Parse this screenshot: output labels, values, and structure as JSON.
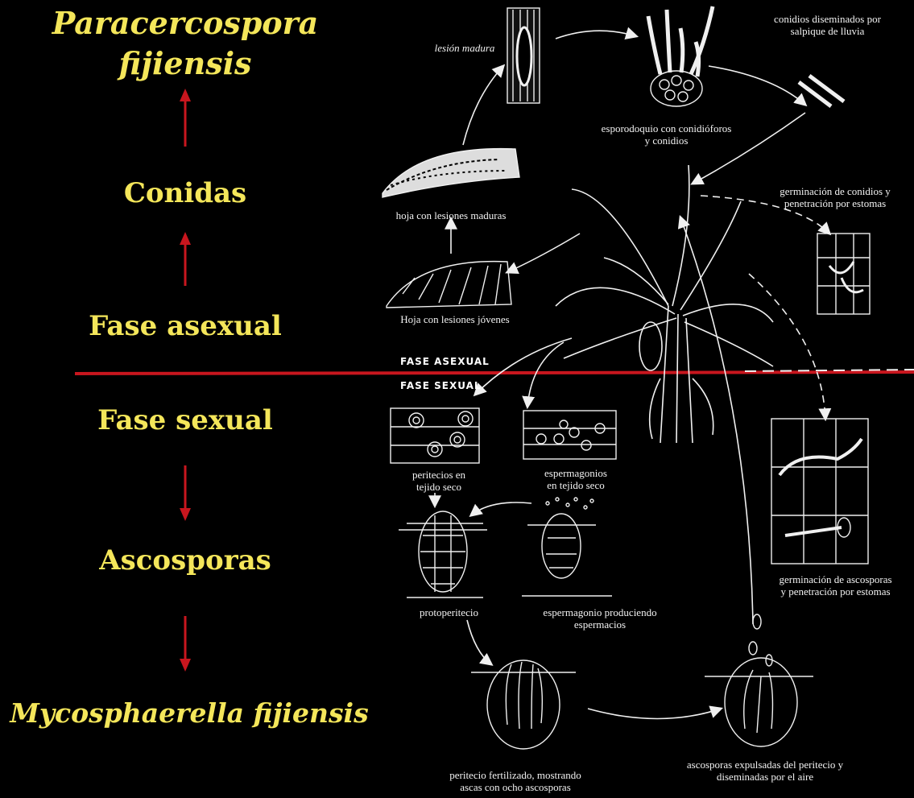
{
  "left_titles": {
    "top_species": "Paracercospora\nfijiensis",
    "conidia": "Conidas",
    "asexual_phase": "Fase asexual",
    "sexual_phase": "Fase sexual",
    "ascospores": "Ascosporas",
    "bottom_species": "Mycosphaerella fijiensis"
  },
  "phase_labels": {
    "asexual": "FASE ASEXUAL",
    "sexual": "FASE SEXUAL"
  },
  "cycle_labels": {
    "mature_lesion": "lesión madura",
    "conidia_rain": "conidios diseminados por\nsalpique de lluvia",
    "sporodochium": "esporodoquio con conidióforos\ny conidios",
    "leaf_mature": "hoja con lesiones maduras",
    "germination_conidia": "germinación de conidios y\npenetración por estomas",
    "leaf_young": "Hoja con lesiones jóvenes",
    "perithecia_dry": "peritecios en\ntejido seco",
    "spermogonia_dry": "espermagonios\nen tejido seco",
    "germination_ascospores": "germinación de ascosporas\ny penetración por estomas",
    "protoperithecium": "protoperitecio",
    "spermogonium_producing": "espermagonio produciendo\nespermacios",
    "perithecium_fertilized": "peritecio fertilizado, mostrando\nascas con ocho ascosporas",
    "ascospores_expelled": "ascosporas expulsadas del   peritecio y\ndiseminadas   por el aire"
  },
  "colors": {
    "title_yellow": "#f4e65a",
    "divider_red": "#c8161e",
    "arrow_red": "#c8161e",
    "drawing_white": "#f0f0f0",
    "background": "#000000"
  }
}
